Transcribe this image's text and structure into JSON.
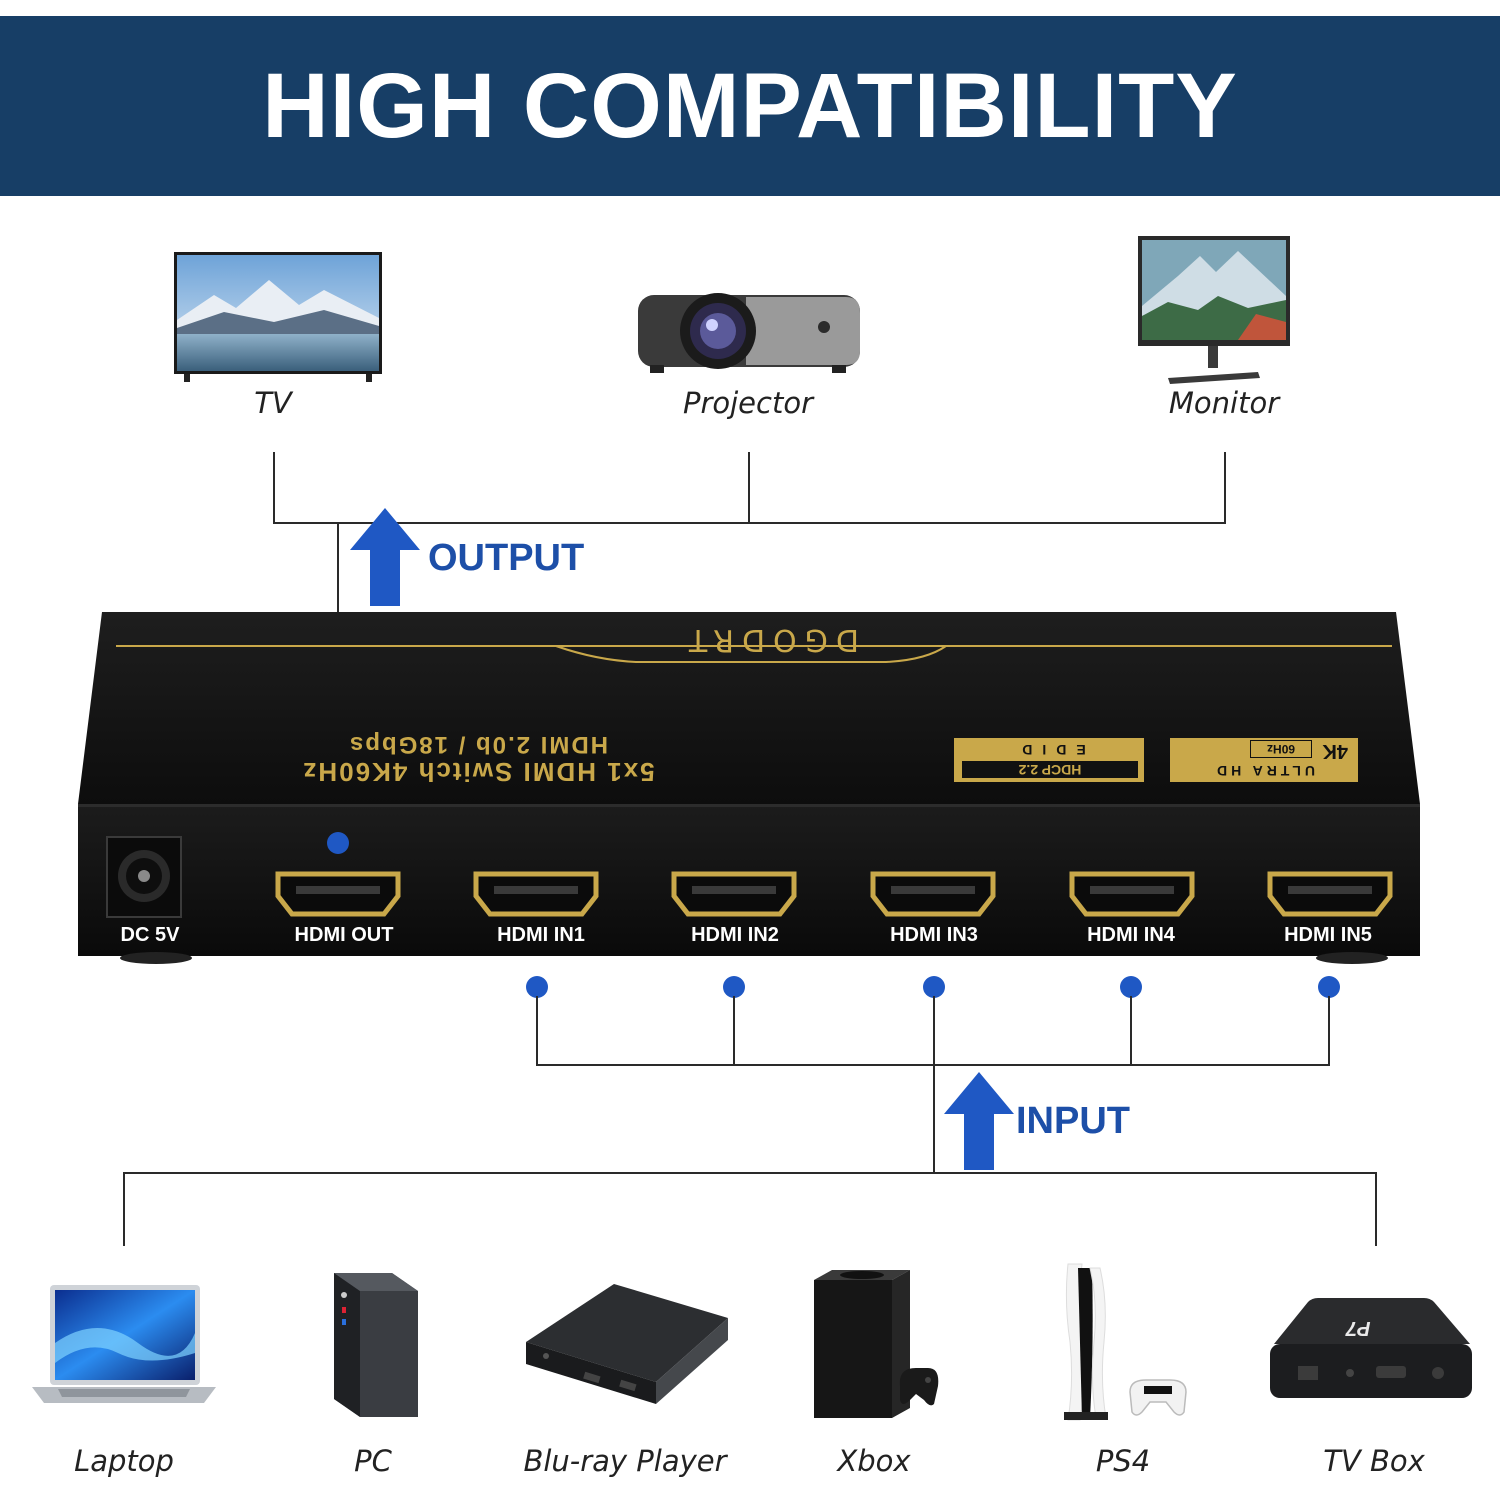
{
  "banner": {
    "title": "HIGH COMPATIBILITY"
  },
  "output_devices": [
    {
      "label": "TV",
      "icon": "tv-icon"
    },
    {
      "label": "Projector",
      "icon": "projector-icon"
    },
    {
      "label": "Monitor",
      "icon": "monitor-icon"
    }
  ],
  "flow": {
    "output_label": "OUTPUT",
    "input_label": "INPUT"
  },
  "switch": {
    "brand": "DGODRT",
    "model_line1": "5x1 HDMI Switch 4K60Hz",
    "model_line2": "HDMI 2.0b / 18Gbps",
    "badge_hdcp": "HDCP 2.2",
    "badge_edid": "EDID",
    "badge_ultra": "ULTRA HD",
    "badge_4k": "4K",
    "badge_60hz": "60Hz",
    "ports": [
      "DC 5V",
      "HDMI OUT",
      "HDMI IN1",
      "HDMI IN2",
      "HDMI IN3",
      "HDMI IN4",
      "HDMI IN5"
    ]
  },
  "input_devices": [
    {
      "label": "Laptop",
      "icon": "laptop-icon"
    },
    {
      "label": "PC",
      "icon": "pc-tower-icon"
    },
    {
      "label": "Blu-ray Player",
      "icon": "bluray-player-icon"
    },
    {
      "label": "Xbox",
      "icon": "xbox-console-icon"
    },
    {
      "label": "PS4",
      "icon": "ps-console-icon"
    },
    {
      "label": "TV Box",
      "icon": "tv-box-icon",
      "logo_text": "P7"
    }
  ],
  "colors": {
    "banner_bg": "#173e66",
    "accent_blue": "#1f58c4",
    "gold": "#c9a84a",
    "switch_body": "#121212"
  }
}
